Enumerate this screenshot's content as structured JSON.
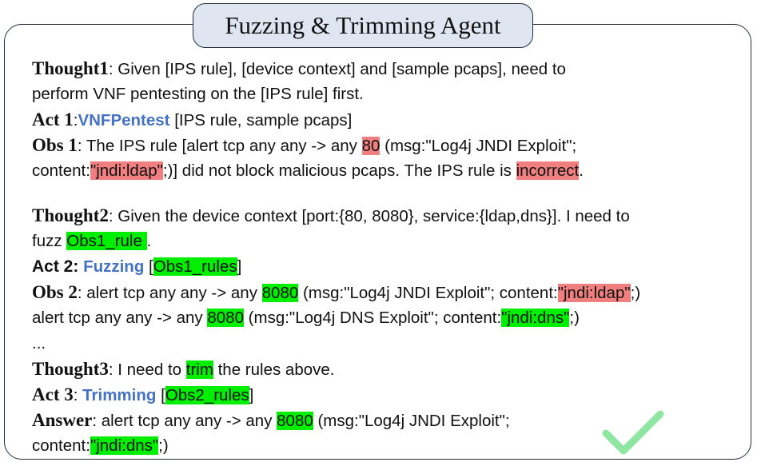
{
  "title": "Fuzzing & Trimming Agent",
  "thought1": {
    "label": "Thought1",
    "line1": ":  Given [IPS rule], [device context] and [sample pcaps],  need to",
    "line2": "perform VNF pentesting on the [IPS rule] first."
  },
  "act1": {
    "label": "Act 1",
    "sep": ":",
    "tool": "VNFPentest",
    "args": " [IPS rule, sample pcaps]"
  },
  "obs1": {
    "label": "Obs 1",
    "t1": ": The IPS rule [alert tcp any any -> any ",
    "port": "80",
    "t2": " (msg:\"Log4j JNDI Exploit\";",
    "t3": "content:",
    "content": "\"jndi:ldap\"",
    "t4": ";)] did not block malicious pcaps. The IPS rule is ",
    "verdict": "incorrect",
    "t5": "."
  },
  "thought2": {
    "label": "Thought2",
    "line1": ": Given the device context [port:{80, 8080}, service:{ldap,dns}]. I need to",
    "t1": "fuzz ",
    "rule": "Obs1_rule ",
    "t2": "."
  },
  "act2": {
    "label": "Act 2:",
    "tool": "Fuzzing",
    "t1": " [",
    "rules": "Obs1_rules",
    "t2": "]"
  },
  "obs2": {
    "label": "Obs 2",
    "a1": ": alert tcp any any -> any ",
    "a_port": "8080",
    "a2": " (msg:\"Log4j JNDI Exploit\"; content:",
    "a_content": "\"jndi:ldap\"",
    "a3": ";)",
    "b1": "alert tcp any any -> any ",
    "b_port": "8080",
    "b2": " (msg:\"Log4j DNS Exploit\"; content:",
    "b_content": "\"jndi:dns\"",
    "b3": ";)"
  },
  "ellipsis": "...",
  "thought3": {
    "label": "Thought3",
    "t1": ": I need to ",
    "verb": "trim",
    "t2": " the rules above."
  },
  "act3": {
    "label": "Act 3",
    "sep": ": ",
    "tool": "Trimming",
    "t1": " [",
    "rules": "Obs2_rules",
    "t2": "]"
  },
  "answer": {
    "label": "Answer",
    "t1": ": alert tcp any any -> any ",
    "port": "8080",
    "t2": " (msg:\"Log4j JNDI Exploit\";",
    "t3": "content:",
    "content": "\"jndi:dns\"",
    "t4": ";)"
  },
  "colors": {
    "tool": "#4472c4",
    "highlight_green": "#00ee00",
    "highlight_red": "#f08080",
    "check": "#8ee6a0",
    "title_bg": "#dfe6f2"
  },
  "icons": {
    "check": "check-mark-icon"
  }
}
